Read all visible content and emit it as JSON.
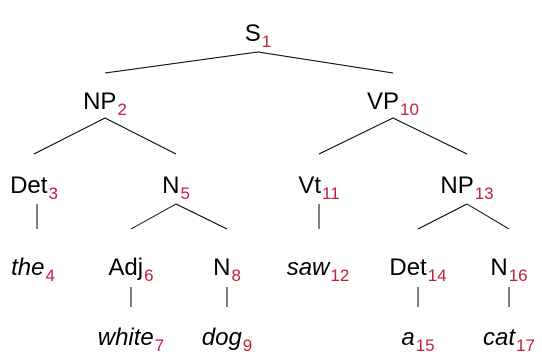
{
  "colors": {
    "label": "#000000",
    "index": "#c0203a",
    "edge": "#000000"
  },
  "tree": {
    "nodes": [
      {
        "id": "S",
        "label": "S",
        "index": "1",
        "word": false
      },
      {
        "id": "NP2",
        "label": "NP",
        "index": "2",
        "word": false
      },
      {
        "id": "Det3",
        "label": "Det",
        "index": "3",
        "word": false
      },
      {
        "id": "the4",
        "label": "the",
        "index": "4",
        "word": true
      },
      {
        "id": "N5",
        "label": "N",
        "index": "5",
        "word": false
      },
      {
        "id": "Adj6",
        "label": "Adj",
        "index": "6",
        "word": false
      },
      {
        "id": "white7",
        "label": "white",
        "index": "7",
        "word": true
      },
      {
        "id": "N8",
        "label": "N",
        "index": "8",
        "word": false
      },
      {
        "id": "dog9",
        "label": "dog",
        "index": "9",
        "word": true
      },
      {
        "id": "VP10",
        "label": "VP",
        "index": "10",
        "word": false
      },
      {
        "id": "Vt11",
        "label": "Vt",
        "index": "11",
        "word": false
      },
      {
        "id": "saw12",
        "label": "saw",
        "index": "12",
        "word": true
      },
      {
        "id": "NP13",
        "label": "NP",
        "index": "13",
        "word": false
      },
      {
        "id": "Det14",
        "label": "Det",
        "index": "14",
        "word": false
      },
      {
        "id": "a15",
        "label": "a",
        "index": "15",
        "word": true
      },
      {
        "id": "N16",
        "label": "N",
        "index": "16",
        "word": false
      },
      {
        "id": "cat17",
        "label": "cat",
        "index": "17",
        "word": true
      }
    ],
    "edges": [
      [
        "S",
        "NP2"
      ],
      [
        "S",
        "VP10"
      ],
      [
        "NP2",
        "Det3"
      ],
      [
        "NP2",
        "N5"
      ],
      [
        "Det3",
        "the4"
      ],
      [
        "N5",
        "Adj6"
      ],
      [
        "N5",
        "N8"
      ],
      [
        "Adj6",
        "white7"
      ],
      [
        "N8",
        "dog9"
      ],
      [
        "VP10",
        "Vt11"
      ],
      [
        "VP10",
        "NP13"
      ],
      [
        "Vt11",
        "saw12"
      ],
      [
        "NP13",
        "Det14"
      ],
      [
        "NP13",
        "N16"
      ],
      [
        "Det14",
        "a15"
      ],
      [
        "N16",
        "cat17"
      ]
    ]
  }
}
